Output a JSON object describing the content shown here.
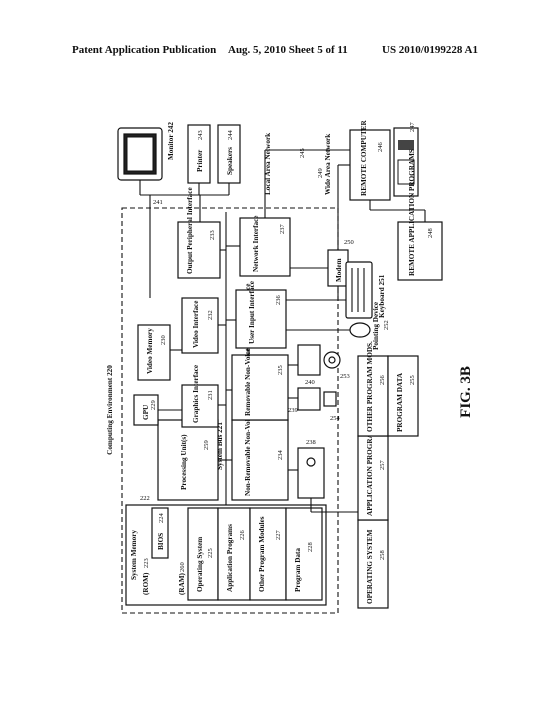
{
  "header": {
    "left": "Patent Application Publication",
    "middle": "Aug. 5, 2010   Sheet 5 of 11",
    "right": "US 2010/0199228 A1"
  },
  "figure_label": "FIG. 3B",
  "environment": {
    "title": "Computing Environment 220",
    "ref": "241"
  },
  "system_memory": {
    "title": "System Memory",
    "rom": "(ROM)",
    "rom_ref": "223",
    "bios": "BIOS",
    "bios_ref": "224",
    "ram": "(RAM)",
    "ram_ref": "260",
    "os": "Operating System",
    "os_ref": "225",
    "apps": "Application Programs",
    "apps_ref": "226",
    "other": "Other Program Modules",
    "other_ref": "227",
    "data": "Program Data",
    "data_ref": "228",
    "ref": "222"
  },
  "blocks": {
    "processing": {
      "label": "Processing Unit(s)",
      "ref": "259"
    },
    "gpu": {
      "label": "GPU",
      "ref": "229"
    },
    "video_memory": {
      "label": "Video Memory",
      "ref": "230"
    },
    "graphics_interface": {
      "label": "Graphics Interface",
      "ref": "231"
    },
    "video_interface": {
      "label": "Video Interface",
      "ref": "232"
    },
    "output_interface": {
      "label": "Output Peripheral Interface",
      "ref": "233"
    },
    "nonremovable": {
      "label": "Non-Removable Non-Volatile Memory Interface",
      "ref": "234"
    },
    "removable": {
      "label": "Removable Non-Volatile Memory Interface",
      "ref": "235"
    },
    "user_input": {
      "label": "User Input Interface",
      "ref": "236"
    },
    "network_interface": {
      "label": "Network Interface",
      "ref": "237"
    },
    "system_bus": "System Bus 221"
  },
  "peripherals": {
    "monitor": "Monitor 242",
    "printer": "Printer",
    "printer_ref": "243",
    "speakers": "Speakers",
    "speakers_ref": "244",
    "modem": "Modem",
    "modem_ref": "250",
    "keyboard": "Keyboard 251",
    "pointing": "Pointing Device",
    "pointing_ref": "252",
    "lan": "Local Area Network",
    "lan_ref": "245",
    "wan": "Wide Area Network",
    "wan_ref": "249",
    "remote": "REMOTE COMPUTER",
    "remote_ref": "246",
    "remote_apps": "REMOTE APPLICATION PROGRAMS",
    "remote_apps_ref": "248",
    "ref_247": "247",
    "ref_238": "238",
    "ref_239": "239",
    "ref_240": "240",
    "ref_253": "253",
    "ref_254": "254"
  },
  "storage": {
    "os": "OPERATING SYSTEM",
    "os_ref": "258",
    "apps": "APPLICATION PROGRAMS",
    "apps_ref": "257",
    "other": "OTHER PROGRAM MODS.",
    "other_ref": "256",
    "data": "PROGRAM DATA",
    "data_ref": "255"
  }
}
